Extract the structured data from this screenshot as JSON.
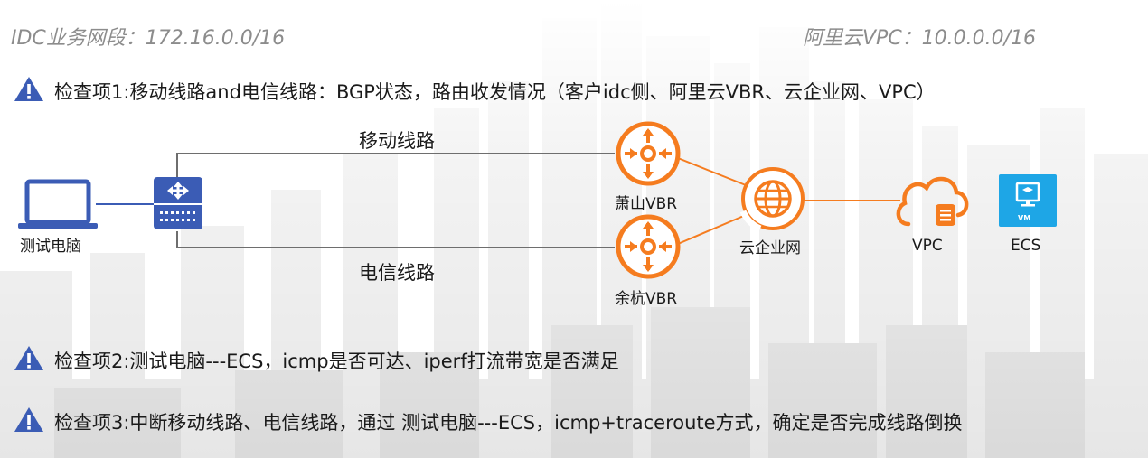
{
  "header": {
    "idc_segment": "IDC业务网段：172.16.0.0/16",
    "vpc_segment": "阿里云VPC：10.0.0.0/16"
  },
  "checks": [
    {
      "text": "检查项1:移动线路and电信线路：BGP状态，路由收发情况（客户idc侧、阿里云VBR、云企业网、VPC）"
    },
    {
      "text": "检查项2:测试电脑---ECS，icmp是否可达、iperf打流带宽是否满足"
    },
    {
      "text": "检查项3:中断移动线路、电信线路，通过 测试电脑---ECS，icmp+traceroute方式，确定是否完成线路倒换"
    }
  ],
  "diagram": {
    "nodes": {
      "pc": "测试电脑",
      "vbr1": "萧山VBR",
      "vbr2": "余杭VBR",
      "cen": "云企业网",
      "vpc": "VPC",
      "ecs": "ECS",
      "vm_badge": "VM"
    },
    "links": {
      "mobile": "移动线路",
      "telecom": "电信线路"
    }
  },
  "colors": {
    "accent_orange": "#f57c1f",
    "icon_blue": "#3b5cb5",
    "ecs_blue": "#1ea6e6",
    "line_gray": "#6e6e6e"
  }
}
